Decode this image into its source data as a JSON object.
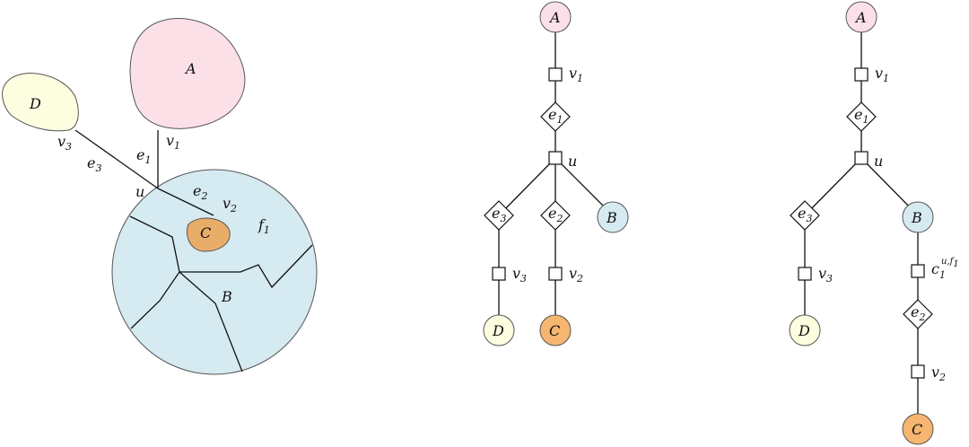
{
  "colors": {
    "A": "#fce0e7",
    "B": "#d6eaf1",
    "C": "#f6b570",
    "D": "#fdfde0",
    "C_blob": "#e9ad6a"
  },
  "planar": {
    "region_A": "A",
    "region_B": "B",
    "region_C": "C",
    "region_D": "D",
    "v1": "v",
    "v1_sub": "1",
    "v2": "v",
    "v2_sub": "2",
    "v3": "v",
    "v3_sub": "3",
    "e1": "e",
    "e1_sub": "1",
    "e2": "e",
    "e2_sub": "2",
    "e3": "e",
    "e3_sub": "3",
    "u": "u",
    "f1": "f",
    "f1_sub": "1"
  },
  "tree1": {
    "A": "A",
    "v1": "v",
    "v1_sub": "1",
    "e1": "e",
    "e1_sub": "1",
    "u": "u",
    "e3": "e",
    "e3_sub": "3",
    "e2": "e",
    "e2_sub": "2",
    "B": "B",
    "v3": "v",
    "v3_sub": "3",
    "v2": "v",
    "v2_sub": "2",
    "D": "D",
    "C": "C"
  },
  "tree2": {
    "A": "A",
    "v1": "v",
    "v1_sub": "1",
    "e1": "e",
    "e1_sub": "1",
    "u": "u",
    "e3": "e",
    "e3_sub": "3",
    "B": "B",
    "v3": "v",
    "v3_sub": "3",
    "c": "c",
    "c_sub": "1",
    "c_sup_u": "u",
    "c_sup_sep": ",",
    "c_sup_f": "f",
    "c_sup_f_sub": "1",
    "D": "D",
    "e2": "e",
    "e2_sub": "2",
    "v2": "v",
    "v2_sub": "2",
    "C": "C"
  }
}
